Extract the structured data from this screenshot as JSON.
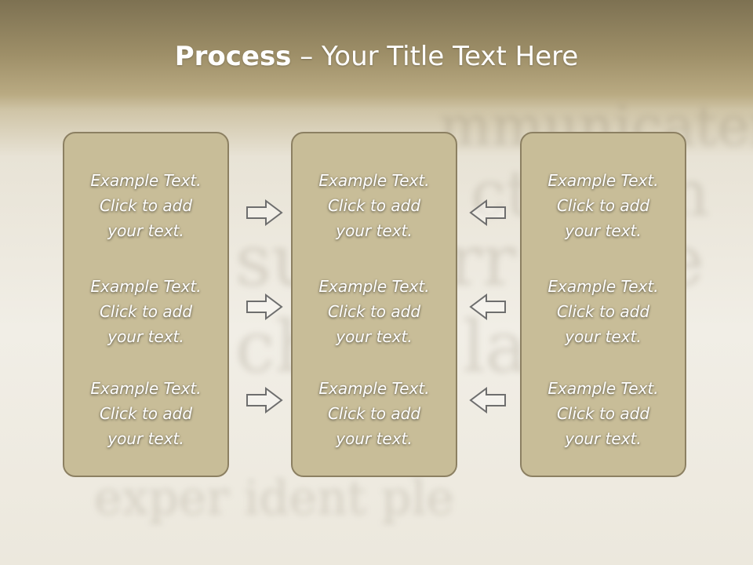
{
  "slide": {
    "title_bold": "Process",
    "title_rest": " – Your Title Text Here"
  },
  "columns": [
    {
      "items": [
        {
          "line1": "Example Text.",
          "line2": "Click  to add",
          "line3": "your text."
        },
        {
          "line1": "Example Text.",
          "line2": "Click  to add",
          "line3": "your text."
        },
        {
          "line1": "Example Text.",
          "line2": "Click  to add",
          "line3": "your text."
        }
      ]
    },
    {
      "items": [
        {
          "line1": "Example Text.",
          "line2": "Click  to add",
          "line3": "your text."
        },
        {
          "line1": "Example Text.",
          "line2": "Click  to add",
          "line3": "your text."
        },
        {
          "line1": "Example Text.",
          "line2": "Click  to add",
          "line3": "your text."
        }
      ]
    },
    {
      "items": [
        {
          "line1": "Example Text.",
          "line2": "Click  to add",
          "line3": "your text."
        },
        {
          "line1": "Example Text.",
          "line2": "Click  to add",
          "line3": "your text."
        },
        {
          "line1": "Example Text.",
          "line2": "Click  to add",
          "line3": "your text."
        }
      ]
    }
  ],
  "arrows": {
    "left_group_direction": "right",
    "right_group_direction": "left",
    "icon": "outline-arrow-icon"
  },
  "colors": {
    "box_fill": "#c8bd98",
    "box_border": "#8c8062",
    "title_band": "#8f8260",
    "text": "#ffffff"
  }
}
